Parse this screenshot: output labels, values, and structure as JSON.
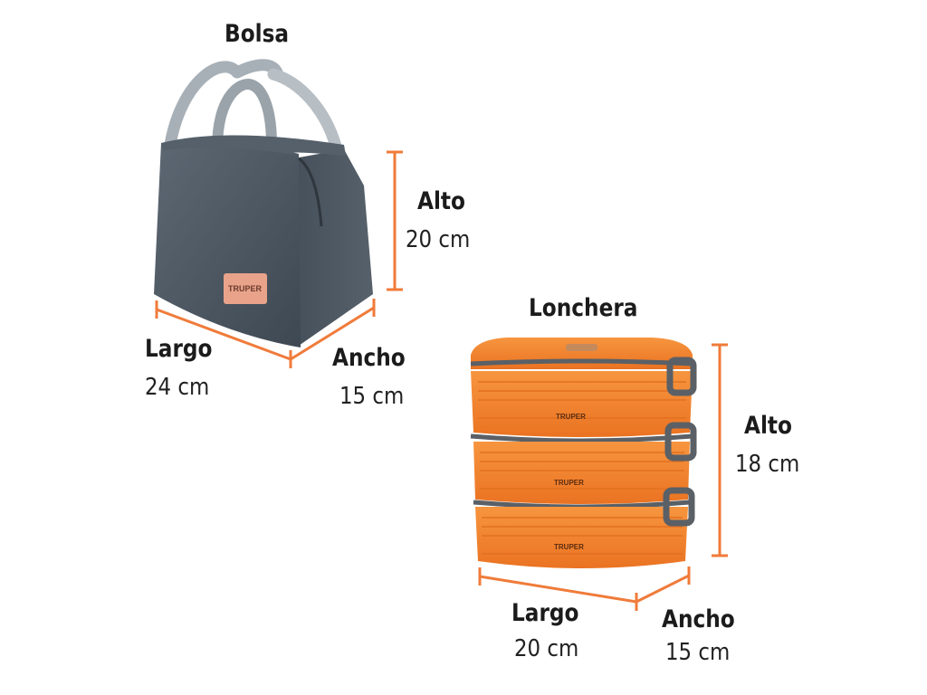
{
  "colors": {
    "accent": "#f07b3a",
    "bag": "#4d5863",
    "box": "#f58633",
    "trim": "#5a6066"
  },
  "bag": {
    "title": "Bolsa",
    "brand": "TRUPER",
    "height_label": "Alto",
    "height_value": "20 cm",
    "length_label": "Largo",
    "length_value": "24 cm",
    "width_label": "Ancho",
    "width_value": "15 cm"
  },
  "lunchbox": {
    "title": "Lonchera",
    "brand": "TRUPER",
    "height_label": "Alto",
    "height_value": "18 cm",
    "length_label": "Largo",
    "length_value": "20 cm",
    "width_label": "Ancho",
    "width_value": "15 cm"
  }
}
